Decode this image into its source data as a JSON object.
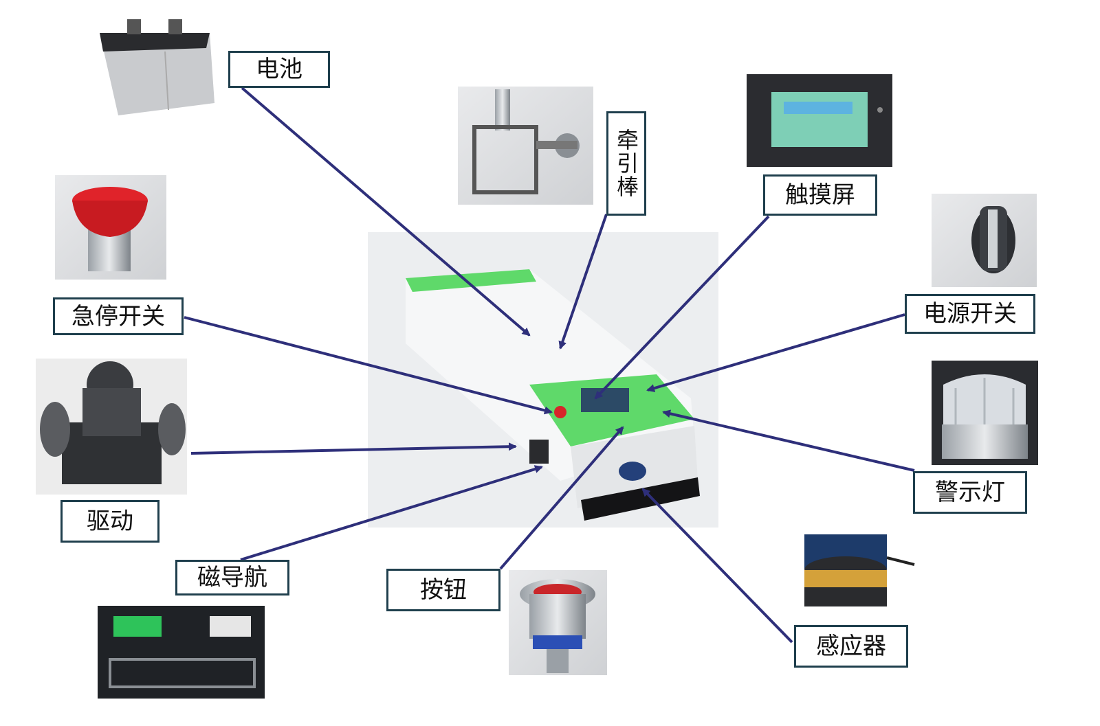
{
  "labels": {
    "battery": "电池",
    "tow_bar": "牵引棒",
    "touch_screen": "触摸屏",
    "e_stop": "急停开关",
    "power_switch": "电源开关",
    "drive": "驱动",
    "warning_light": "警示灯",
    "magnetic_nav": "磁导航",
    "button": "按钮",
    "sensor": "感应器"
  },
  "colors": {
    "label_border": "#1f3f4d",
    "arrow": "#2e2f7a",
    "agv_green": "#5fd96a",
    "agv_body": "#f3f4f6"
  }
}
